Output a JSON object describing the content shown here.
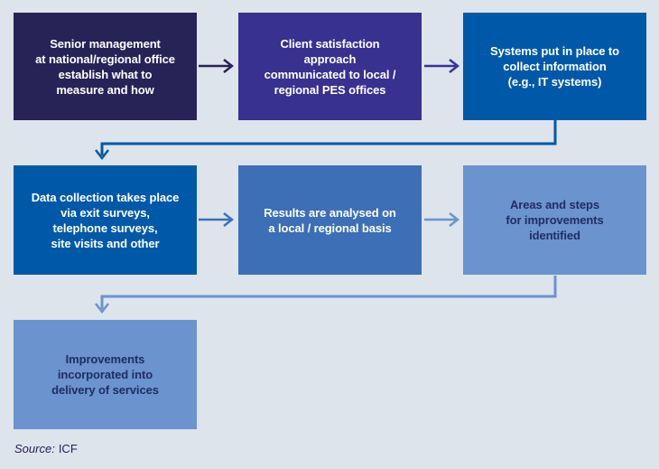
{
  "background_color": "#dde4ec",
  "diagram": {
    "boxes": [
      {
        "id": "box-establish-measures",
        "label": "Senior management\nat national/regional office\nestablish what to\nmeasure and how",
        "bg": "#272357",
        "fg": "#ffffff"
      },
      {
        "id": "box-communicate-approach",
        "label": "Client satisfaction\napproach\ncommunicated to local /\nregional PES offices",
        "bg": "#38318f",
        "fg": "#ffffff"
      },
      {
        "id": "box-systems-collect",
        "label": "Systems put in place to\ncollect information\n(e.g., IT systems)",
        "bg": "#0059a8",
        "fg": "#ffffff"
      },
      {
        "id": "box-data-collection",
        "label": "Data collection takes place\nvia exit surveys,\ntelephone surveys,\nsite visits and other",
        "bg": "#0059a8",
        "fg": "#ffffff"
      },
      {
        "id": "box-results-analysed",
        "label": "Results are analysed on\na local / regional basis",
        "bg": "#3c6fb6",
        "fg": "#ffffff"
      },
      {
        "id": "box-improvements-identified",
        "label": "Areas and steps\nfor improvements\nidentified",
        "bg": "#6b93ce",
        "fg": "#1f2d66"
      },
      {
        "id": "box-improvements-incorporated",
        "label": "Improvements\nincorporated into\ndelivery of services",
        "bg": "#6b93ce",
        "fg": "#1f2d66"
      }
    ],
    "arrows": [
      {
        "id": "arrow-1-2",
        "color": "#272357"
      },
      {
        "id": "arrow-2-3",
        "color": "#38319b"
      },
      {
        "id": "arrow-3-4",
        "color": "#0059a8"
      },
      {
        "id": "arrow-4-5",
        "color": "#3e71b7"
      },
      {
        "id": "arrow-5-6",
        "color": "#6b93ce"
      },
      {
        "id": "arrow-6-7",
        "color": "#6b93ce"
      }
    ]
  },
  "source": {
    "label": "Source:",
    "value": "ICF"
  }
}
